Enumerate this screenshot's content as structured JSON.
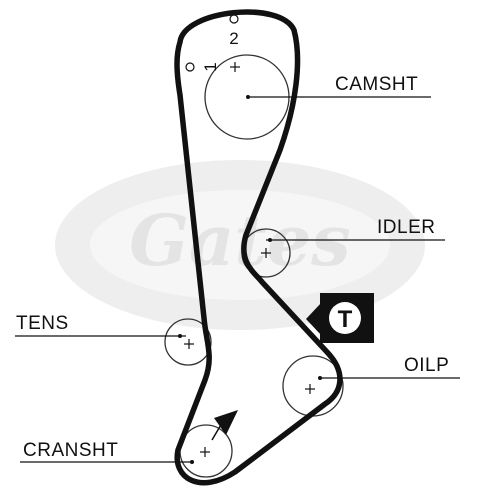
{
  "labels": {
    "camshaft": "CAMSHT",
    "idler": "IDLER",
    "tensioner": "TENS",
    "oil_pump": "OILP",
    "crankshaft": "CRANSHT"
  },
  "timing_marks": {
    "mark_2": "2",
    "mark_1": "1"
  },
  "tension_badge": "T",
  "watermark_text": "Gates",
  "colors": {
    "belt": "#111111",
    "pulley": "#333333",
    "watermark": "#eeeeee",
    "background": "#ffffff"
  }
}
